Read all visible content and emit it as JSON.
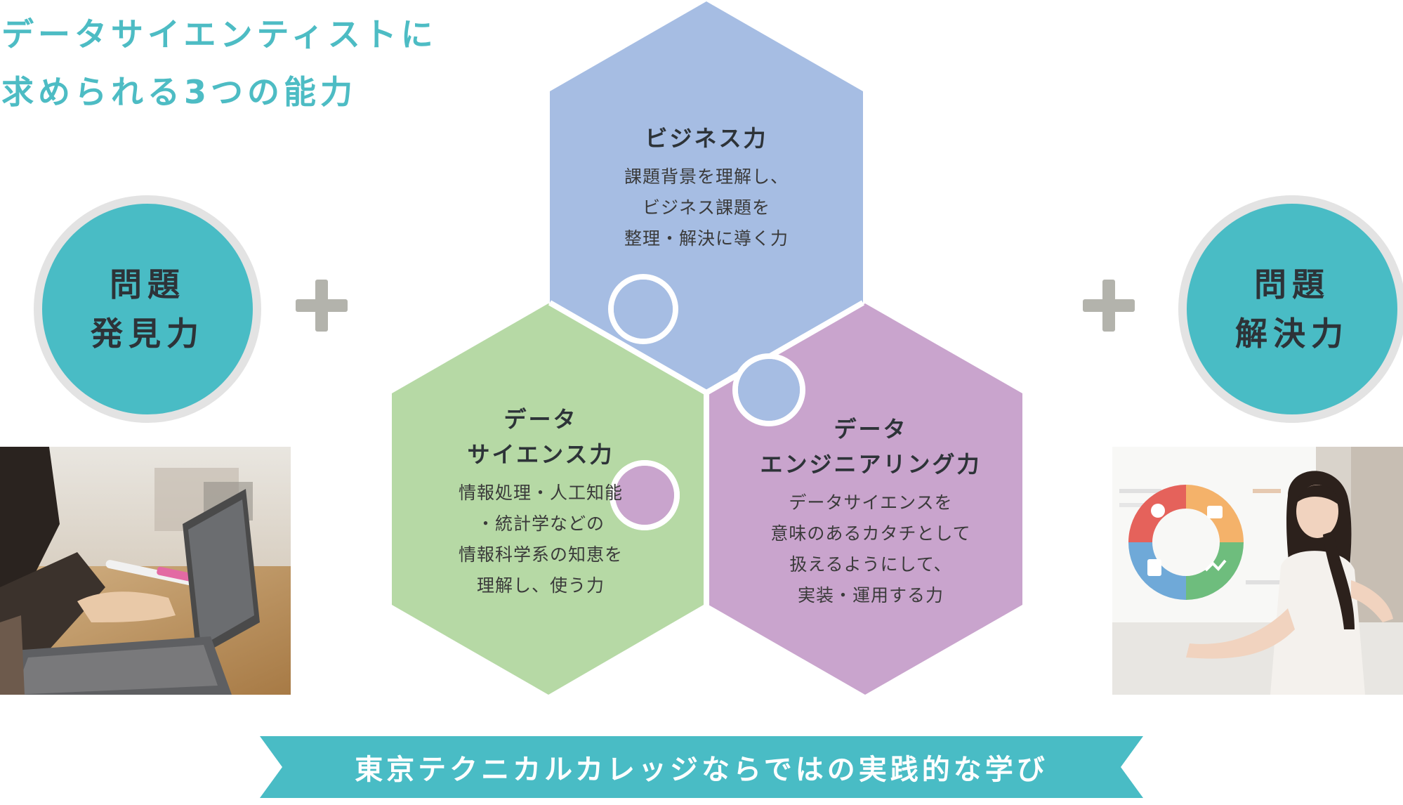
{
  "heading": {
    "line1": "データサイエンティストに",
    "line2": "求められる3つの能力"
  },
  "left_badge": {
    "line1": "問題",
    "line2": "発見力"
  },
  "right_badge": {
    "line1": "問題",
    "line2": "解決力"
  },
  "business": {
    "title": "ビジネス力",
    "desc": [
      "課題背景を理解し、",
      "ビジネス課題を",
      "整理・解決に導く力"
    ]
  },
  "science": {
    "title": [
      "データ",
      "サイエンス力"
    ],
    "desc": [
      "情報処理・人工知能",
      "・統計学などの",
      "情報科学系の知恵を",
      "理解し、使う力"
    ]
  },
  "engineering": {
    "title": [
      "データ",
      "エンジニアリング力"
    ],
    "desc": [
      "データサイエンスを",
      "意味のあるカタチとして",
      "扱えるようにして、",
      "実装・運用する力"
    ]
  },
  "banner": "東京テクニカルカレッジならではの実践的な学び",
  "colors": {
    "teal": "#49bcc5",
    "business_hex": "#a6bde3",
    "science_hex": "#b6d9a5",
    "engineering_hex": "#c9a4cd",
    "plus": "#b3b3ac",
    "badge_ring": "#e3e3e3"
  },
  "icons": [
    "runner-icon",
    "calendar-icon",
    "chart-icon",
    "clipboard-icon"
  ]
}
